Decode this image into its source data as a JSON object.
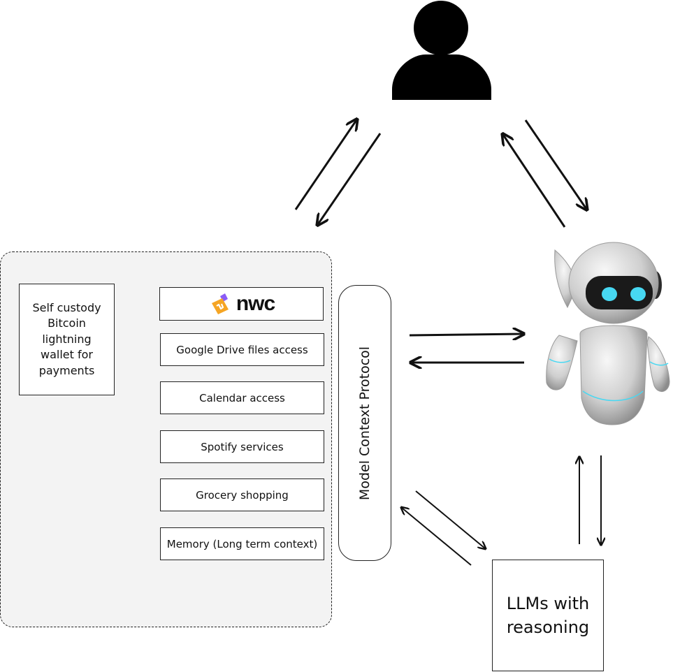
{
  "wallet": {
    "label": "Self custody Bitcoin lightning wallet for payments"
  },
  "nwc": {
    "logo_text": "nwc"
  },
  "services": [
    "Google Drive files access",
    "Calendar access",
    "Spotify services",
    "Grocery shopping",
    "Memory (Long term context)"
  ],
  "mcp": {
    "label": "Model Context Protocol"
  },
  "llm": {
    "label": "LLMs with reasoning"
  },
  "colors": {
    "line": "#111111",
    "robot_eye": "#47d8f2",
    "panel": "#f3f3f3"
  },
  "icons": {
    "user": "user-silhouette-icon",
    "agent": "robot-agent-icon",
    "nwc": "nwc-logo-icon"
  }
}
